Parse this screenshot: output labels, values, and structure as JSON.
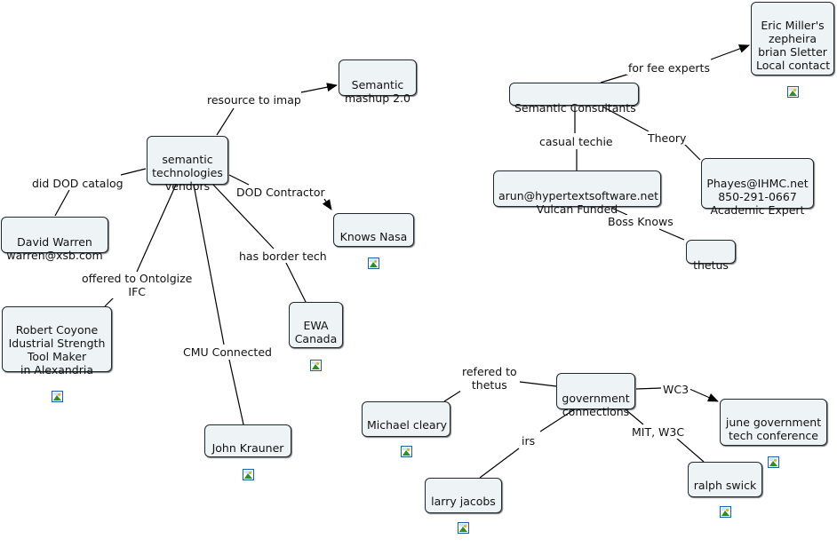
{
  "nodes": {
    "semantic_vendors": {
      "lines": [
        "semantic",
        "technologies",
        "vendors"
      ]
    },
    "semantic_mashup": {
      "lines": [
        "Semantic",
        "mashup 2.0"
      ]
    },
    "david_warren": {
      "lines": [
        "David Warren",
        "warren@xsb.com"
      ]
    },
    "knows_nasa": {
      "lines": [
        "Knows Nasa"
      ]
    },
    "robert_coyone": {
      "lines": [
        "Robert Coyone",
        "Idustrial Strength",
        "Tool Maker",
        "in Alexandria"
      ]
    },
    "ewa_canada": {
      "lines": [
        "EWA",
        "Canada"
      ]
    },
    "john_krauner": {
      "lines": [
        "John Krauner"
      ]
    },
    "semantic_consultants": {
      "lines": [
        "Semantic Consultants"
      ]
    },
    "eric_miller": {
      "lines": [
        "Eric Miller's",
        "zepheira",
        "brian Sletter",
        "Local contact"
      ]
    },
    "arun": {
      "lines": [
        "arun@hypertextsoftware.net",
        "Vulcan Funded"
      ]
    },
    "phayes": {
      "lines": [
        "Phayes@IHMC.net",
        "850-291-0667",
        "Academic Expert"
      ]
    },
    "thetus": {
      "lines": [
        "thetus"
      ]
    },
    "gov_connections": {
      "lines": [
        "government",
        "connections"
      ]
    },
    "michael_cleary": {
      "lines": [
        "Michael cleary"
      ]
    },
    "june_conference": {
      "lines": [
        "june government",
        "tech conference"
      ]
    },
    "larry_jacobs": {
      "lines": [
        "larry jacobs"
      ]
    },
    "ralph_swick": {
      "lines": [
        "ralph swick"
      ]
    }
  },
  "links": {
    "resource_to_imap": "resource to imap",
    "did_dod_catalog": "did DOD catalog",
    "dod_contractor": "DOD Contractor",
    "offered_to": [
      "offered to Ontolgize",
      "IFC"
    ],
    "has_border_tech": "has border tech",
    "cmu_connected": "CMU Connected",
    "for_fee_experts": "for fee experts",
    "casual_techie": "casual techie",
    "theory": "Theory",
    "boss_knows": "Boss Knows",
    "refered_to": [
      "refered to",
      "thetus"
    ],
    "wc3": "WC3",
    "irs": "irs",
    "mit_w3c": "MIT, W3C"
  },
  "colors": {
    "node_bg": "#eef4f6",
    "line": "#000000",
    "icon": "image-icon"
  }
}
